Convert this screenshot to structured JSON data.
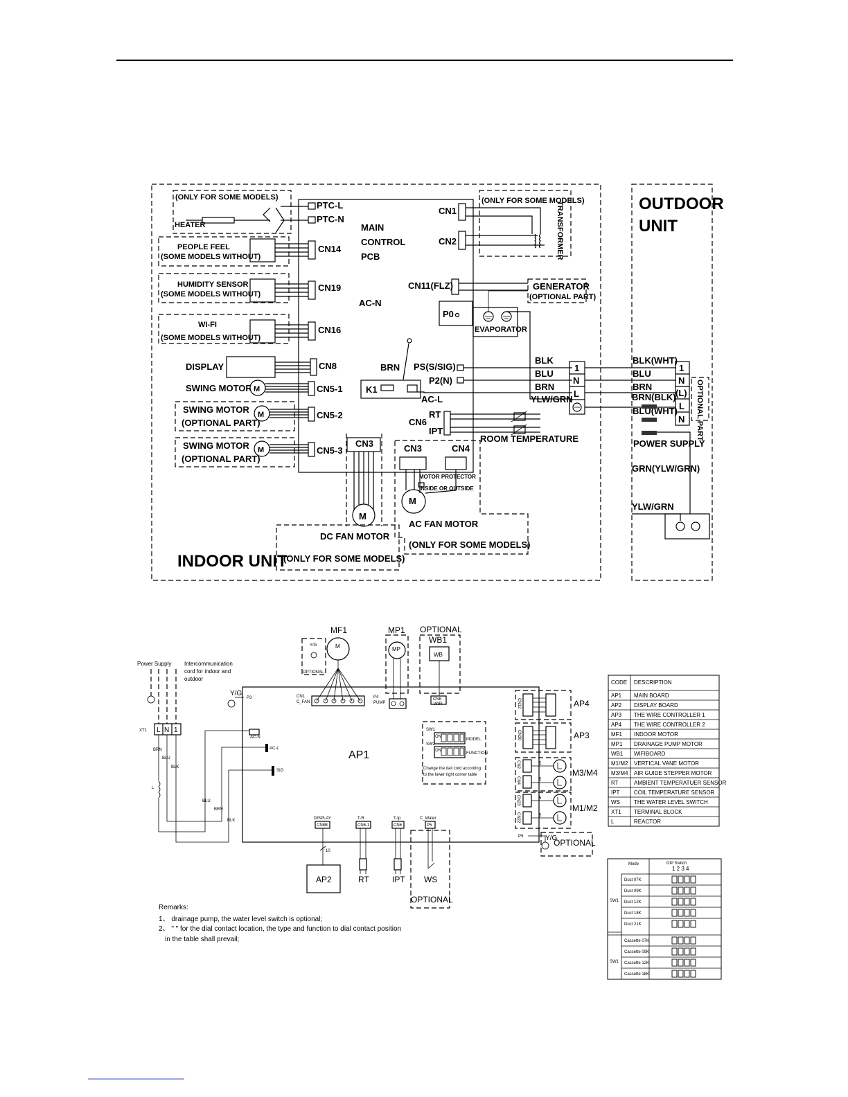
{
  "diagram1": {
    "indoor_unit": "INDOOR UNIT",
    "outdoor_unit_line1": "OUTDOOR",
    "outdoor_unit_line2": "UNIT",
    "only_some_models_heater": "(ONLY FOR SOME MODELS)",
    "heater": "HEATER",
    "ptc_l": "PTC-L",
    "ptc_n": "PTC-N",
    "main_control_pcb_1": "MAIN",
    "main_control_pcb_2": "CONTROL",
    "main_control_pcb_3": "PCB",
    "people_feel_1": "PEOPLE FEEL",
    "people_feel_2": "(SOME MODELS WITHOUT)",
    "humidity_1": "HUMIDITY SENSOR",
    "humidity_2": "(SOME MODELS WITHOUT)",
    "wifi_1": "WI-FI",
    "wifi_2": "(SOME MODELS WITHOUT)",
    "display": "DISPLAY",
    "swing_motor": "SWING MOTOR",
    "swing_motor_opt_1": "SWING MOTOR",
    "swing_motor_opt_2": "(OPTIONAL PART)",
    "swing_motor_opt2_1": "SWING MOTOR",
    "swing_motor_opt2_2": "(OPTIONAL PART)",
    "cn14": "CN14",
    "cn19": "CN19",
    "cn16": "CN16",
    "cn8": "CN8",
    "cn5_1": "CN5-1",
    "cn5_2": "CN5-2",
    "cn5_3": "CN5-3",
    "cn1": "CN1",
    "cn2": "CN2",
    "cn3a": "CN3",
    "cn3b": "CN3",
    "cn4": "CN4",
    "cn6": "CN6",
    "cn11": "CN11(FLZ)",
    "transformer": "TRANSFORMER",
    "only_some_models_tr": "(ONLY FOR SOME MODELS)",
    "generator": "GENERATOR",
    "generator_opt": "(OPTIONAL PART)",
    "ac_n": "AC-N",
    "p0": "P0",
    "evaporator": "EVAPORATOR",
    "brn": "BRN",
    "k1": "K1",
    "ac_l": "AC-L",
    "ps": "PS(S/SIG)",
    "p2n": "P2(N)",
    "rt": "RT",
    "ipt": "IPT",
    "room_temp": "ROOM TEMPERATURE",
    "motor_protector": "MOTOR PROTECTOR",
    "inside_outside": "INSIDE OR OUTSIDE",
    "ac_fan_motor": "AC FAN MOTOR",
    "only_some_models_ac": "(ONLY FOR SOME MODELS)",
    "dc_fan_motor": "DC FAN MOTOR",
    "only_some_models_dc": "(ONLY FOR SOME MODELS)",
    "m": "M",
    "wire_blk": "BLK",
    "wire_blu": "BLU",
    "wire_brn": "BRN",
    "wire_ylwgrn": "YLW/GRN",
    "term_1": "1",
    "term_n": "N",
    "term_l": "L",
    "out_blk": "BLK(WHT)",
    "out_blu": "BLU",
    "out_brn": "BRN",
    "out_brnblk": "BRN(BLK)",
    "out_bluwht": "BLU(WHT)",
    "out_term_1": "1",
    "out_term_n": "N",
    "out_term_l_paren": "(L)",
    "out_term_l": "L",
    "out_term_n2": "N",
    "optional_part": "OPTIONAL PART",
    "power_supply": "POWER SUPPLY",
    "grn_ylwgrn": "GRN(YLW/GRN)",
    "ylw_grn": "YLW/GRN"
  },
  "diagram2": {
    "mf1": "MF1",
    "mp1": "MP1",
    "optional_wb": "OPTIONAL",
    "wb1": "WB1",
    "wb": "WB",
    "mp": "MP",
    "m": "M",
    "yg_small": "Y/G",
    "optional_small": "OPTIONAL",
    "power_supply": "Power Supply",
    "intercom_1": "Intercommunication",
    "intercom_2": "cord for indoor and",
    "intercom_3": "outdoor",
    "yg": "Y/G",
    "p3": "P3",
    "cn1": "CN1",
    "c_fan": "C_FAN",
    "p4": "P4",
    "pump": "PUMP",
    "cn6": "CN6",
    "wifi": "WIFI",
    "xt1": "XT1",
    "term_l": "L",
    "term_n": "N",
    "term_1": "1",
    "brn": "BRN",
    "blu": "BLU",
    "blk": "BLK",
    "l": "L",
    "ac_n": "AC-N",
    "ac_l": "AC-L",
    "sig": "SIG",
    "ap1": "AP1",
    "sw1": "SW1",
    "sw2": "SW2",
    "model": "MODEL",
    "function": "FUNCTION",
    "on": "ON",
    "dial_note_1": "Change the dail cord according",
    "dial_note_2": "to the lower right corner table",
    "wire_blu": "BLU",
    "wire_brn": "BRN",
    "wire_blk": "BLK",
    "ap4": "AP4",
    "ap3": "AP3",
    "cn12": "CN12",
    "cn30": "CN30",
    "cn2": "CN2",
    "cn4": "CN4",
    "cn23": "CN23",
    "cn22": "CN22",
    "m3m4": "M3/M4",
    "m1m2": "M1/M2",
    "five": "5",
    "display": "DISPLAY",
    "cn8b": "CN8B",
    "tr": "T-R",
    "cn6_1": "CN6-1",
    "ttp": "T-tp",
    "cn6b": "CN6",
    "c_water": "C_Water",
    "p5": "P5",
    "ten": "10",
    "ap2": "AP2",
    "rt": "RT",
    "ipt": "IPT",
    "ws": "WS",
    "optional_ws": "OPTIONAL",
    "p9": "P9",
    "yg2": "Y/G",
    "optional_yg": "OPTIONAL",
    "remarks": "Remarks:",
    "remark_1": "1、 drainage pump, the water level switch is optional;",
    "remark_2a": "2、 \"   \" for the dial contact location, the type and function to dial contact position",
    "remark_2b": "in the table shall prevail;"
  },
  "code_table": {
    "header_code": "CODE",
    "header_desc": "DESCRIPTION",
    "rows": [
      [
        "AP1",
        "MAIN BOARD"
      ],
      [
        "AP2",
        "DISPLAY BOARD"
      ],
      [
        "AP3",
        "THE WIRE CONTROLLER 1"
      ],
      [
        "AP4",
        "THE WIRE CONTROLLER 2"
      ],
      [
        "MF1",
        "INDOOR MOTOR"
      ],
      [
        "MP1",
        "DRAINAGE PUMP MOTOR"
      ],
      [
        "WB1",
        "WIFIBOARD"
      ],
      [
        "M1/M2",
        "VERTICAL VANE MOTOR"
      ],
      [
        "M3/M4",
        "AIR GUIDE STEPPER MOTOR"
      ],
      [
        "RT",
        "AMBIENT TEMPERATUER SENSOR"
      ],
      [
        "IPT",
        "COIL TEMPERATURE SENSOR"
      ],
      [
        "WS",
        "THE WATER LEVEL SWITCH"
      ],
      [
        "XT1",
        "TERMINAL BLOCK"
      ],
      [
        "L",
        "REACTOR"
      ]
    ]
  },
  "dip_table": {
    "header_mode": "Mode",
    "header_dip": "DIP Switch",
    "header_nums": "1  2  3  4",
    "group_label_1": "SW1",
    "group_label_2": "SW1",
    "rows": [
      "Duct 07K",
      "Duct 09K",
      "Duct 12K",
      "Duct 18K",
      "Duct 21K",
      "Cassette 07K",
      "Cassette 09K",
      "Cassette 12K",
      "Cassette 18K"
    ]
  }
}
